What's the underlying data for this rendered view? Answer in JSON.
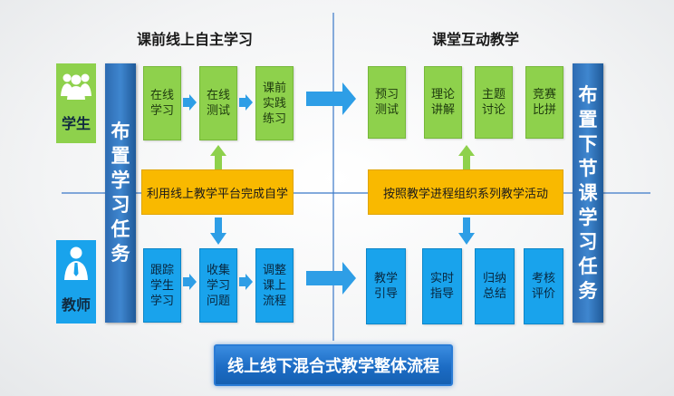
{
  "header": {
    "left_title": "课前线上自主学习",
    "right_title": "课堂互动教学"
  },
  "roles": {
    "student": "学生",
    "teacher": "教师"
  },
  "left_bar": "布置\n学习\n任务",
  "right_bar": "布置\n下节\n课学\n习任\n务",
  "pre_class_online": {
    "student_steps": [
      "在线\n学习",
      "在线\n测试",
      "课前\n实践\n练习"
    ],
    "center": "利用线上教学平台完成自学",
    "teacher_steps": [
      "跟踪\n学生\n学习",
      "收集\n学习\n问题",
      "调整\n课上\n流程"
    ]
  },
  "in_class": {
    "student_steps": [
      "预习\n测试",
      "理论\n讲解",
      "主题\n讨论",
      "竞赛\n比拼"
    ],
    "center": "按照教学进程组织系列教学活动",
    "teacher_steps": [
      "教学\n引导",
      "实时\n指导",
      "归纳\n总结",
      "考核\n评价"
    ]
  },
  "footer": {
    "title": "线上线下混合式教学整体流程"
  },
  "colors": {
    "student_step": "#8ed14c",
    "teacher_step": "#19a3ec",
    "center_box": "#f9b900",
    "side_bar": "#2d6bb1",
    "arrow_blue": "#2e9ee6",
    "arrow_green": "#8ed14c",
    "axis_line": "#3a78c8"
  },
  "icons": {
    "student": "group-people-icon",
    "teacher": "person-with-tie-icon"
  }
}
